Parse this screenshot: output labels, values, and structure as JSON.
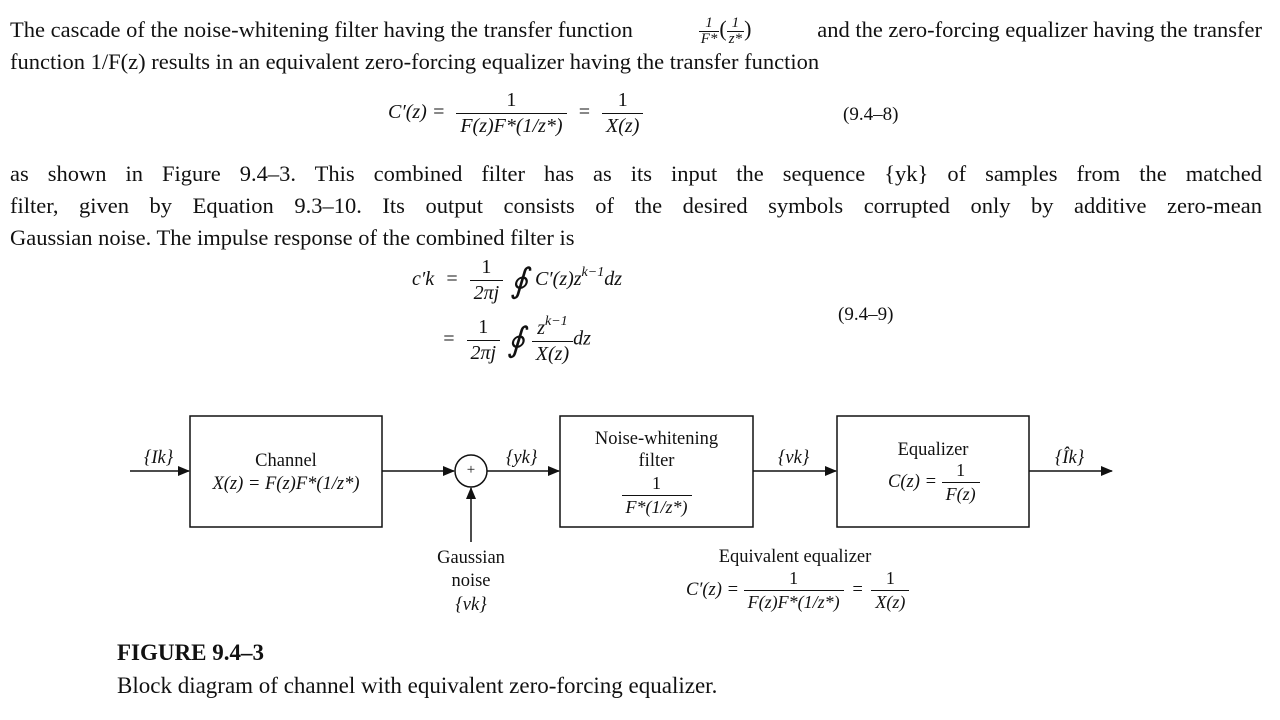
{
  "paragraph1": {
    "text_a": "The cascade of the noise-whitening filter having the transfer function",
    "text_b": "and the zero-forcing equalizer having the transfer",
    "text_c": "function 1/F(z) results in an equivalent zero-forcing equalizer having the transfer function",
    "inline_frac_num": "1",
    "inline_frac_den": "F*",
    "inline_inner_num": "1",
    "inline_inner_den": "z*"
  },
  "equation1": {
    "lhs": "C′(z) =",
    "frac1_num": "1",
    "frac1_den": "F(z)F*(1/z*)",
    "eq": "=",
    "frac2_num": "1",
    "frac2_den": "X(z)",
    "number": "(9.4–8)"
  },
  "paragraph2": {
    "line1": "as shown in Figure 9.4–3. This combined filter has as its input the sequence {yk} of samples from the matched",
    "line2": "filter, given by Equation 9.3–10. Its output consists of the desired symbols corrupted only by additive zero-mean",
    "line3": "Gaussian noise. The impulse response of the combined filter is"
  },
  "equation2": {
    "lhs": "c′k",
    "eq": "=",
    "row1_frac_num": "1",
    "row1_frac_den": "2πj",
    "row1_integrand": "C′(z)z",
    "row1_exp": "k−1",
    "row1_d": "dz",
    "row2_frac_num": "1",
    "row2_frac_den": "2πj",
    "row2_int_num": "z",
    "row2_int_exp": "k−1",
    "row2_int_den": "X(z)",
    "row2_d": "dz",
    "number": "(9.4–9)"
  },
  "diagram": {
    "input_label": "{Ik}",
    "channel": {
      "title": "Channel",
      "formula": "X(z) = F(z)F*(1/z*)"
    },
    "summer_symbol": "+",
    "yk_label": "{yk}",
    "noise": {
      "line1": "Gaussian",
      "line2": "noise",
      "line3": "{vk}"
    },
    "whitening": {
      "line1": "Noise-whitening",
      "line2": "filter",
      "frac_num": "1",
      "frac_den": "F*(1/z*)"
    },
    "vk_label": "{vk}",
    "equalizer": {
      "title": "Equalizer",
      "lhs": "C(z) =",
      "frac_num": "1",
      "frac_den": "F(z)"
    },
    "output_label": "{Îk}",
    "equivalent": {
      "title": "Equivalent equalizer",
      "lhs": "C′(z) =",
      "frac1_num": "1",
      "frac1_den": "F(z)F*(1/z*)",
      "eq": "=",
      "frac2_num": "1",
      "frac2_den": "X(z)"
    }
  },
  "figure": {
    "title": "FIGURE 9.4–3",
    "caption": "Block diagram of channel with equivalent zero-forcing equalizer."
  }
}
